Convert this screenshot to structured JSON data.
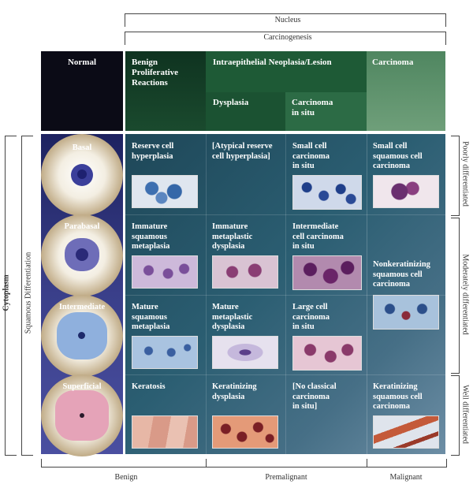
{
  "top": {
    "nucleus": "Nucleus",
    "carcinogenesis": "Carcinogenesis"
  },
  "headers": {
    "normal": "Normal",
    "benign": "Benign\nProliferative\nReactions",
    "intraepithelial": "Intraepithelial Neoplasia/Lesion",
    "carcinoma": "Carcinoma",
    "dysplasia": "Dysplasia",
    "cis": "Carcinoma\nin situ"
  },
  "rows": [
    {
      "label": "Basal",
      "benign": "Reserve cell\nhyperplasia",
      "dysplasia": "[Atypical reserve\ncell hyperplasia]",
      "cis": "Small cell\ncarcinoma\nin situ",
      "carcinoma": "Small cell\nsquamous cell\ncarcinoma"
    },
    {
      "label": "Parabasal",
      "benign": "Immature\nsquamous\nmetaplasia",
      "dysplasia": "Immature\nmetaplastic\ndysplasia",
      "cis": "Intermediate\ncell carcinoma\nin situ",
      "carcinoma": "Nonkeratinizing\nsquamous cell\ncarcinoma"
    },
    {
      "label": "Intermediate",
      "benign": "Mature\nsquamous\nmetaplasia",
      "dysplasia": "Mature\nmetaplastic\ndysplasia",
      "cis": "Large cell\ncarcinoma\nin situ",
      "carcinoma": ""
    },
    {
      "label": "Superficial",
      "benign": "Keratosis",
      "dysplasia": "Keratinizing\ndysplasia",
      "cis": "[No classical\ncarcinoma\nin situ]",
      "carcinoma": "Keratinizing\nsquamous cell\ncarcinoma"
    }
  ],
  "left": {
    "cytoplasm": "Cytoplasm",
    "squamous": "Squamous Differentiation"
  },
  "right": {
    "poorly": "Poorly differentiated",
    "moderately": "Moderately differentiated",
    "well": "Well differentiated"
  },
  "bottom": {
    "benign": "Benign",
    "premalignant": "Premalignant",
    "malignant": "Malignant"
  },
  "colors": {
    "normal_header": "#0b0b16",
    "benign_header": "#123a26",
    "intra_header": "#1e5a36",
    "dysplasia_header": "#1c5a35",
    "cis_header": "#2a6a44",
    "carcinoma_header": "#5d8f6a",
    "grid_dark": "#1f4a5c",
    "grid_mid": "#2d6275",
    "grid_light": "#4f7f95",
    "normal_col": "#2a2f73"
  }
}
